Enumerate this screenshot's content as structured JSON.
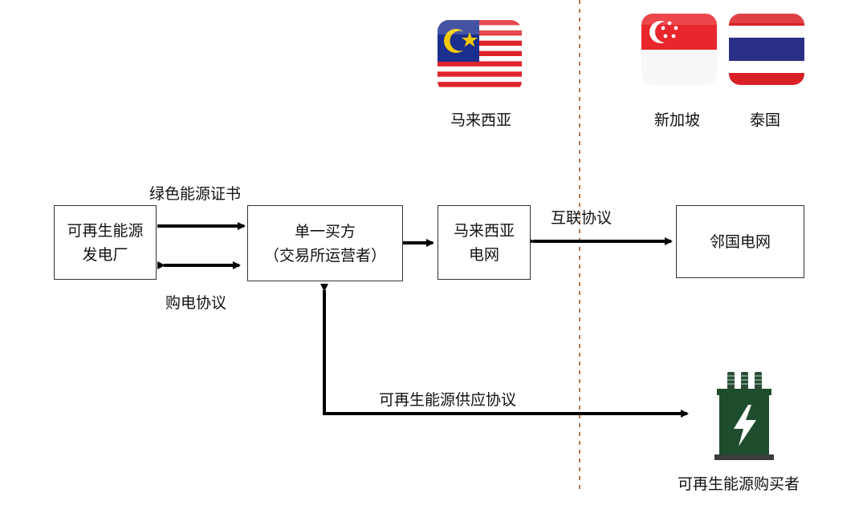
{
  "flags": {
    "malaysia": {
      "label": "马来西亚",
      "stripe_red": "#e0242b",
      "canton_blue": "#1b2f8f",
      "crescent": "#f5c800"
    },
    "singapore": {
      "label": "新加坡",
      "red": "#e8262c",
      "white": "#f7f7f7"
    },
    "thailand": {
      "label": "泰国",
      "red": "#d91f26",
      "blue": "#2a2f88",
      "white": "#ffffff"
    }
  },
  "nodes": {
    "generator": {
      "line1": "可再生能源",
      "line2": "发电厂"
    },
    "single_buyer": {
      "line1": "单一买方",
      "line2": "（交易所运营者）"
    },
    "malaysia_grid": {
      "line1": "马来西亚",
      "line2": "电网"
    },
    "neighbor_grid": {
      "line1": "邻国电网"
    },
    "buyer": {
      "label": "可再生能源购买者",
      "icon": "transformer-icon",
      "color": "#1e4d2e"
    }
  },
  "edges": {
    "green_certificate": "绿色能源证书",
    "ppa": "购电协议",
    "interconnection": "互联协议",
    "supply_agreement": "可再生能源供应协议"
  },
  "colors": {
    "arrow": "#000000",
    "box_border": "#333333",
    "divider": "#b7774a"
  }
}
